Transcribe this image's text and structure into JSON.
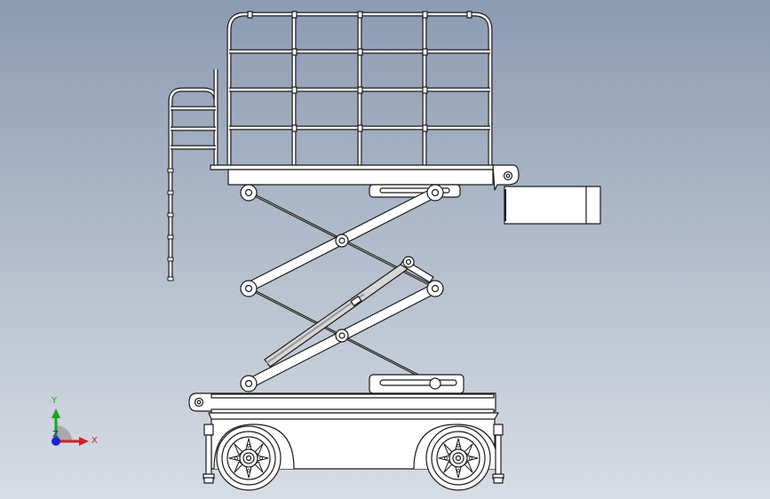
{
  "window": {
    "title": ""
  },
  "triad": {
    "y_label": "Y",
    "z_label": "Z",
    "x_label": "X",
    "colors": {
      "x": "#d02020",
      "y": "#20a020",
      "z": "#2020d0"
    }
  },
  "model": {
    "description_icon": "scissor-lift-icon",
    "stroke_color": "#1a1a1a",
    "fill_color": "#ffffff"
  }
}
